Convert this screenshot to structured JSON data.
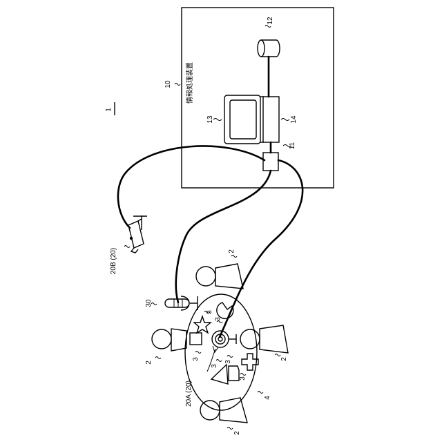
{
  "labels": {
    "system": "1",
    "apparatus_number": "10",
    "apparatus_name": "情報処理装置",
    "database": "12",
    "computer": "13",
    "unit": "14",
    "interface": "11",
    "camera_top": "20B (20)",
    "camera_table": "20A (20)",
    "microphone": "30",
    "table": "4",
    "person": "2",
    "object": "3"
  }
}
